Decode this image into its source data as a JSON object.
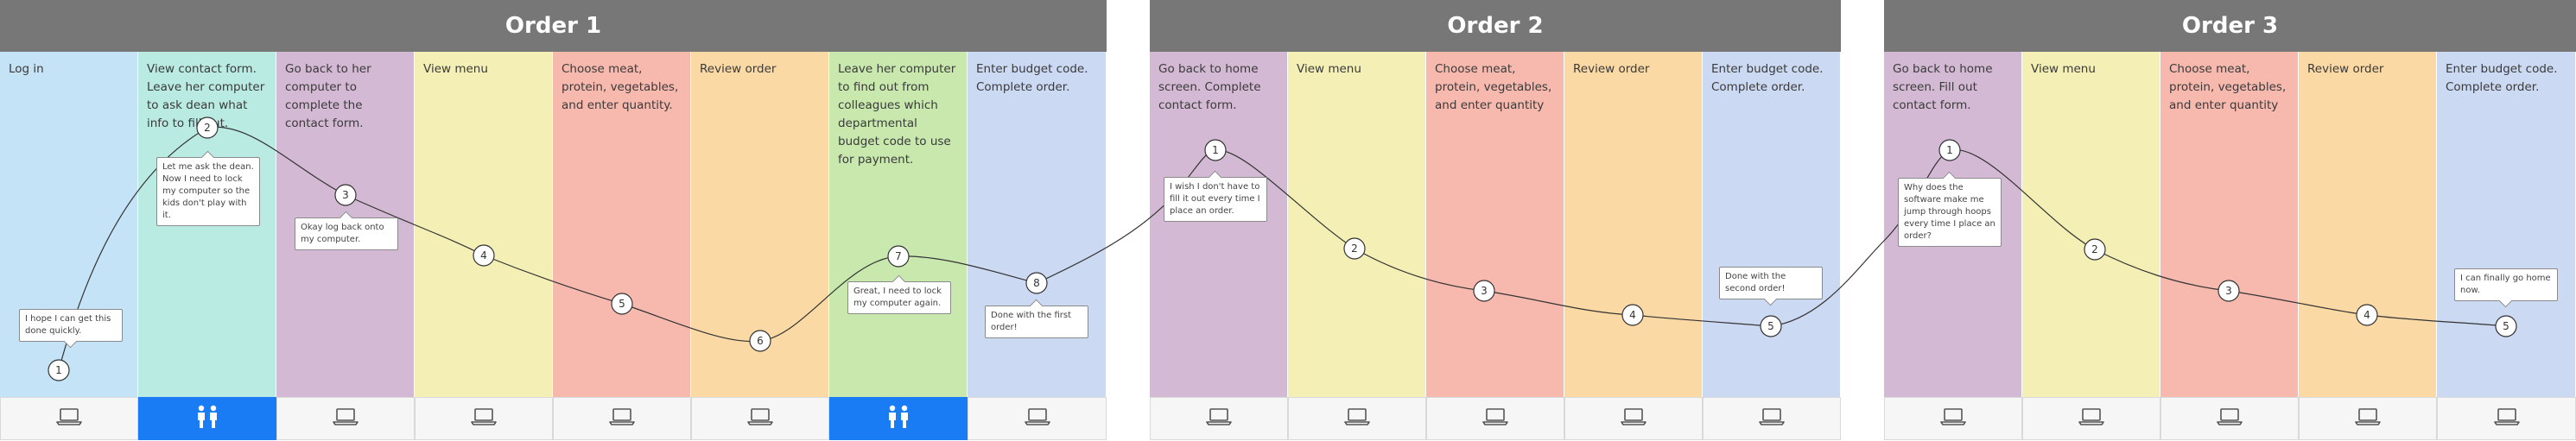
{
  "orders": [
    {
      "title": "Order 1",
      "columns": [
        {
          "text": "Log in",
          "color": "#c5e3f6",
          "device": "laptop"
        },
        {
          "text": "View contact form. Leave her computer to ask dean what info to fill out.",
          "color": "#b9ebe2",
          "device": "people"
        },
        {
          "text": "Go back to her computer to complete the contact form.",
          "color": "#d4b9d4",
          "device": "laptop"
        },
        {
          "text": "View menu",
          "color": "#f4efb5",
          "device": "laptop"
        },
        {
          "text": "Choose meat, protein, vegetables, and enter quantity.",
          "color": "#f7b9ae",
          "device": "laptop"
        },
        {
          "text": "Review order",
          "color": "#fbd9a4",
          "device": "laptop"
        },
        {
          "text": "Leave her computer to find out from colleagues which departmental budget code to use for payment.",
          "color": "#c8e8ae",
          "device": "people"
        },
        {
          "text": "Enter budget code. Complete order.",
          "color": "#ccd9f3",
          "device": "laptop"
        }
      ],
      "bubbles": [
        "I hope I can get this done quickly.",
        "Let me ask the dean. Now I need to lock my computer so the kids don't play with it.",
        "Okay log back onto my computer.",
        "Great, I need to lock my computer again.",
        "Done with the first order!"
      ],
      "steps": [
        "1",
        "2",
        "3",
        "4",
        "5",
        "6",
        "7",
        "8"
      ]
    },
    {
      "title": "Order 2",
      "columns": [
        {
          "text": "Go back to home screen. Complete contact form.",
          "color": "#d4b9d4",
          "device": "laptop"
        },
        {
          "text": "View menu",
          "color": "#f4efb5",
          "device": "laptop"
        },
        {
          "text": "Choose meat, protein, vegetables, and enter quantity",
          "color": "#f7b9ae",
          "device": "laptop"
        },
        {
          "text": "Review order",
          "color": "#fbd9a4",
          "device": "laptop"
        },
        {
          "text": "Enter budget code. Complete order.",
          "color": "#ccd9f3",
          "device": "laptop"
        }
      ],
      "bubbles": [
        "I wish I don't have to fill it out every time I place an order.",
        "Done with the second order!"
      ],
      "steps": [
        "1",
        "2",
        "3",
        "4",
        "5"
      ]
    },
    {
      "title": "Order 3",
      "columns": [
        {
          "text": "Go back to home screen. Fill out contact form.",
          "color": "#d4b9d4",
          "device": "laptop"
        },
        {
          "text": "View menu",
          "color": "#f4efb5",
          "device": "laptop"
        },
        {
          "text": "Choose meat, protein, vegetables, and enter quantity",
          "color": "#f7b9ae",
          "device": "laptop"
        },
        {
          "text": "Review order",
          "color": "#fbd9a4",
          "device": "laptop"
        },
        {
          "text": "Enter budget code. Complete order.",
          "color": "#ccd9f3",
          "device": "laptop"
        }
      ],
      "bubbles": [
        "Why does the software make me jump through hoops every time I place an order?",
        "I can finally go home now."
      ],
      "steps": [
        "1",
        "2",
        "3",
        "4",
        "5"
      ]
    }
  ],
  "colors": {
    "header": "#777777",
    "device_highlight": "#1a7cf5",
    "line": "#333333"
  },
  "icons": {
    "laptop": "laptop-icon",
    "people": "people-icon"
  }
}
